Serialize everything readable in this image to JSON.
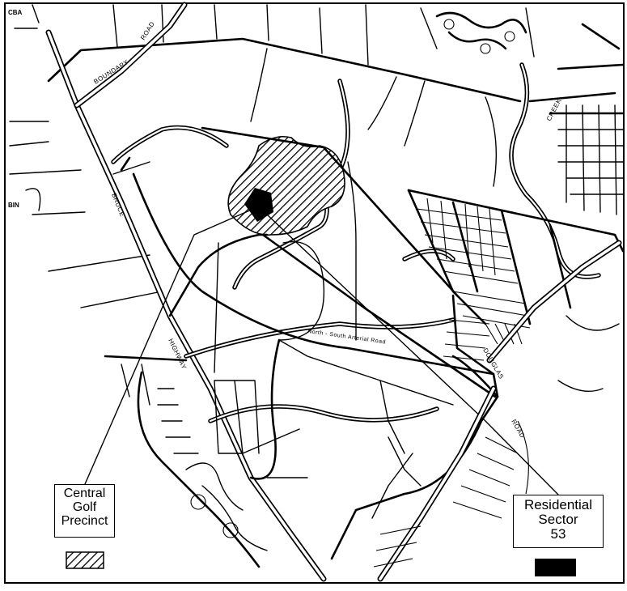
{
  "map": {
    "labels": {
      "boundary_road_1": "BOUNDARY",
      "boundary_road_2": "ROAD",
      "bruce_highway_1": "BRUCE",
      "bruce_highway_2": "HIGHWAY",
      "arterial_road": "North - South Arterial Road",
      "creek": "CREEK",
      "douglas": "DOUGLAS",
      "road_east": "ROAD",
      "corner_nw": "CBA",
      "west_label": "BIN"
    }
  },
  "legend": {
    "golf": {
      "line1": "Central",
      "line2": "Golf",
      "line3": "Precinct",
      "swatch_pattern": "diagonal-hatch"
    },
    "residential": {
      "line1": "Residential",
      "line2": "Sector",
      "line3": "53",
      "swatch_color": "#000000"
    }
  }
}
